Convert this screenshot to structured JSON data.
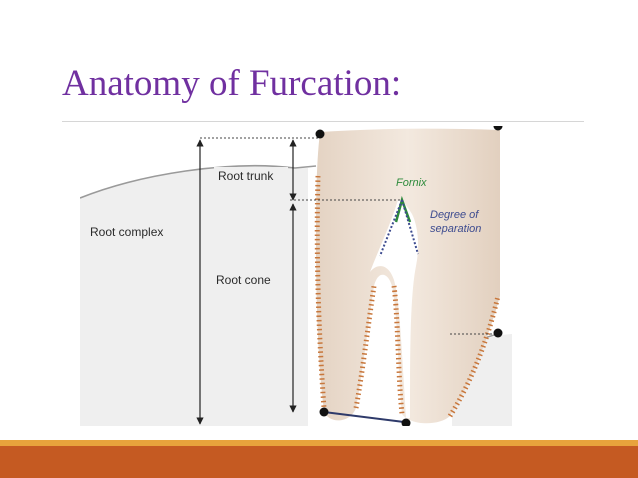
{
  "slide": {
    "title": "Anatomy of Furcation:"
  },
  "diagram": {
    "labels": {
      "root_trunk": "Root trunk",
      "root_complex": "Root complex",
      "root_cone": "Root cone",
      "fornix": "Fornix",
      "degree_line1": "Degree of",
      "degree_line2": "separation"
    },
    "colors": {
      "title": "#7030a0",
      "tooth": "#ecdfd2",
      "root_hatch": "#c8773c",
      "fornix": "#2e8b3c",
      "degree": "#3d4b8f",
      "footer_band": "#c55a22",
      "footer_strip": "#e8a33c"
    }
  }
}
